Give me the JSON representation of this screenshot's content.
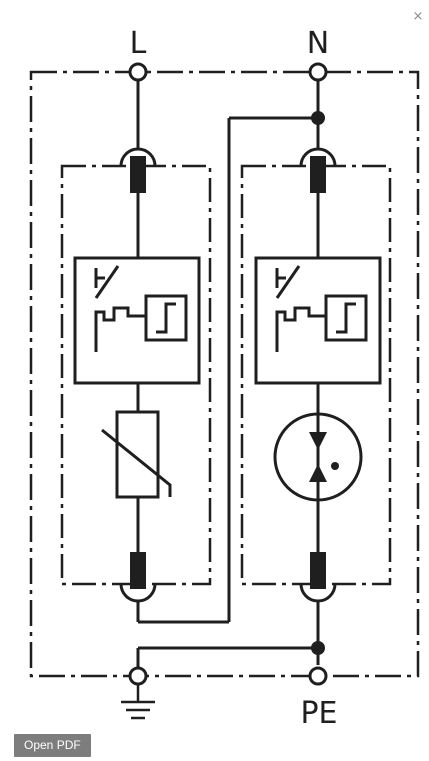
{
  "diagram": {
    "terminals": {
      "line": "L",
      "neutral": "N",
      "protective_earth": "PE"
    }
  },
  "viewer": {
    "close_glyph": "×",
    "open_pdf_label": "Open PDF"
  },
  "icons": [
    "close-icon",
    "ground-symbol-icon"
  ]
}
